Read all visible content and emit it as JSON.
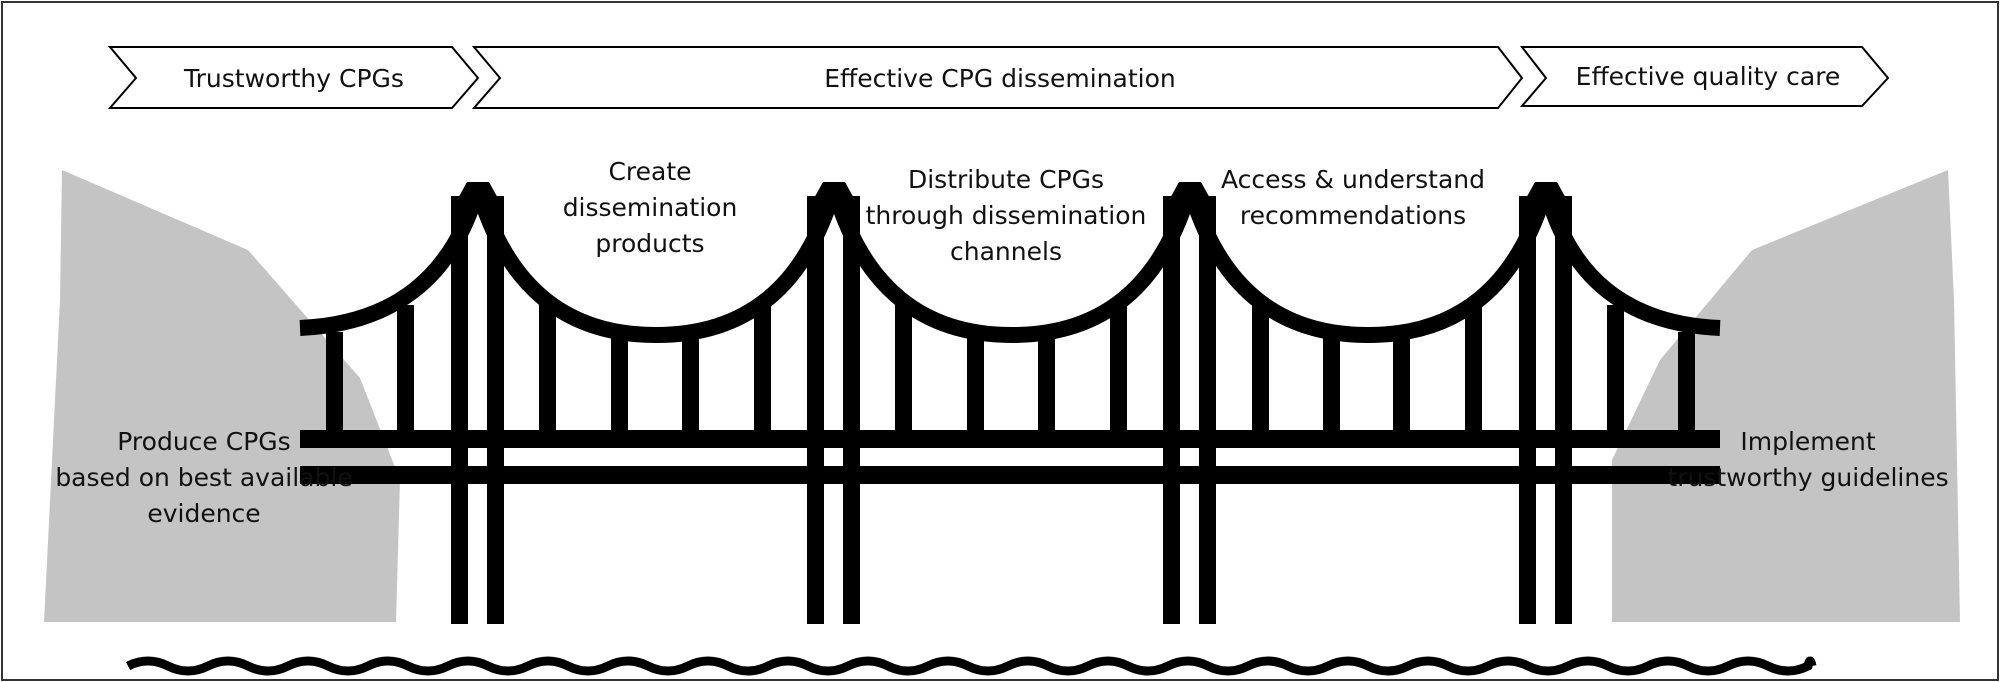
{
  "stages": [
    {
      "id": "trustworthy-cpgs",
      "label": "Trustworthy CPGs"
    },
    {
      "id": "effective-dissemination",
      "label": "Effective CPG dissemination"
    },
    {
      "id": "effective-quality-care",
      "label": "Effective quality care"
    }
  ],
  "left_cliff": {
    "lines": [
      "Produce CPGs",
      "based on best available",
      "evidence"
    ]
  },
  "right_cliff": {
    "lines": [
      "Implement",
      "trustworthy guidelines"
    ]
  },
  "span_labels": [
    {
      "lines": [
        "Create",
        "dissemination",
        "products"
      ]
    },
    {
      "lines": [
        "Distribute CPGs",
        "through dissemination",
        "channels"
      ]
    },
    {
      "lines": [
        "Access & understand",
        "recommendations"
      ]
    }
  ],
  "colors": {
    "structure": "#000000",
    "cliff": "#c4c4c4",
    "text": "#111111",
    "border": "#333333"
  }
}
